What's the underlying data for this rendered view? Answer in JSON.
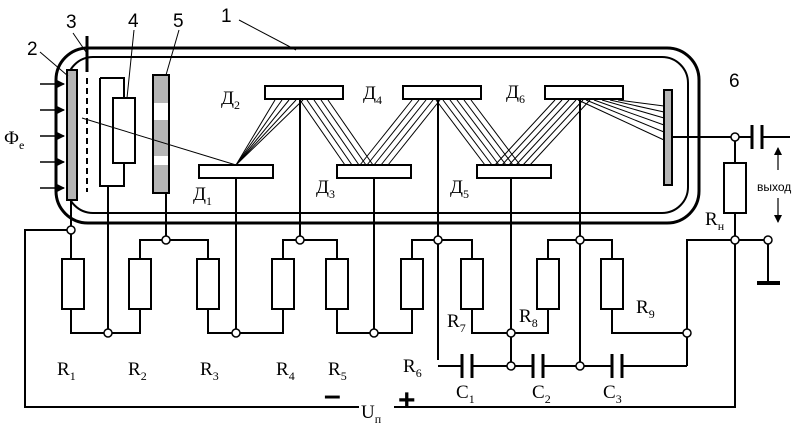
{
  "callouts": [
    "1",
    "2",
    "3",
    "4",
    "5",
    "6"
  ],
  "phi": {
    "main": "Ф",
    "sub": "е"
  },
  "dynodes": [
    {
      "main": "Д",
      "sub": "1"
    },
    {
      "main": "Д",
      "sub": "2"
    },
    {
      "main": "Д",
      "sub": "3"
    },
    {
      "main": "Д",
      "sub": "4"
    },
    {
      "main": "Д",
      "sub": "5"
    },
    {
      "main": "Д",
      "sub": "6"
    }
  ],
  "resistors": [
    {
      "main": "R",
      "sub": "1"
    },
    {
      "main": "R",
      "sub": "2"
    },
    {
      "main": "R",
      "sub": "3"
    },
    {
      "main": "R",
      "sub": "4"
    },
    {
      "main": "R",
      "sub": "5"
    },
    {
      "main": "R",
      "sub": "6"
    },
    {
      "main": "R",
      "sub": "7"
    },
    {
      "main": "R",
      "sub": "8"
    },
    {
      "main": "R",
      "sub": "9"
    }
  ],
  "load": {
    "main": "R",
    "sub": "н"
  },
  "capacitors": [
    {
      "main": "C",
      "sub": "1"
    },
    {
      "main": "C",
      "sub": "2"
    },
    {
      "main": "C",
      "sub": "3"
    }
  ],
  "supply": {
    "main": "U",
    "sub": "п",
    "minus": "–",
    "plus": "+"
  },
  "output_label": "выход"
}
